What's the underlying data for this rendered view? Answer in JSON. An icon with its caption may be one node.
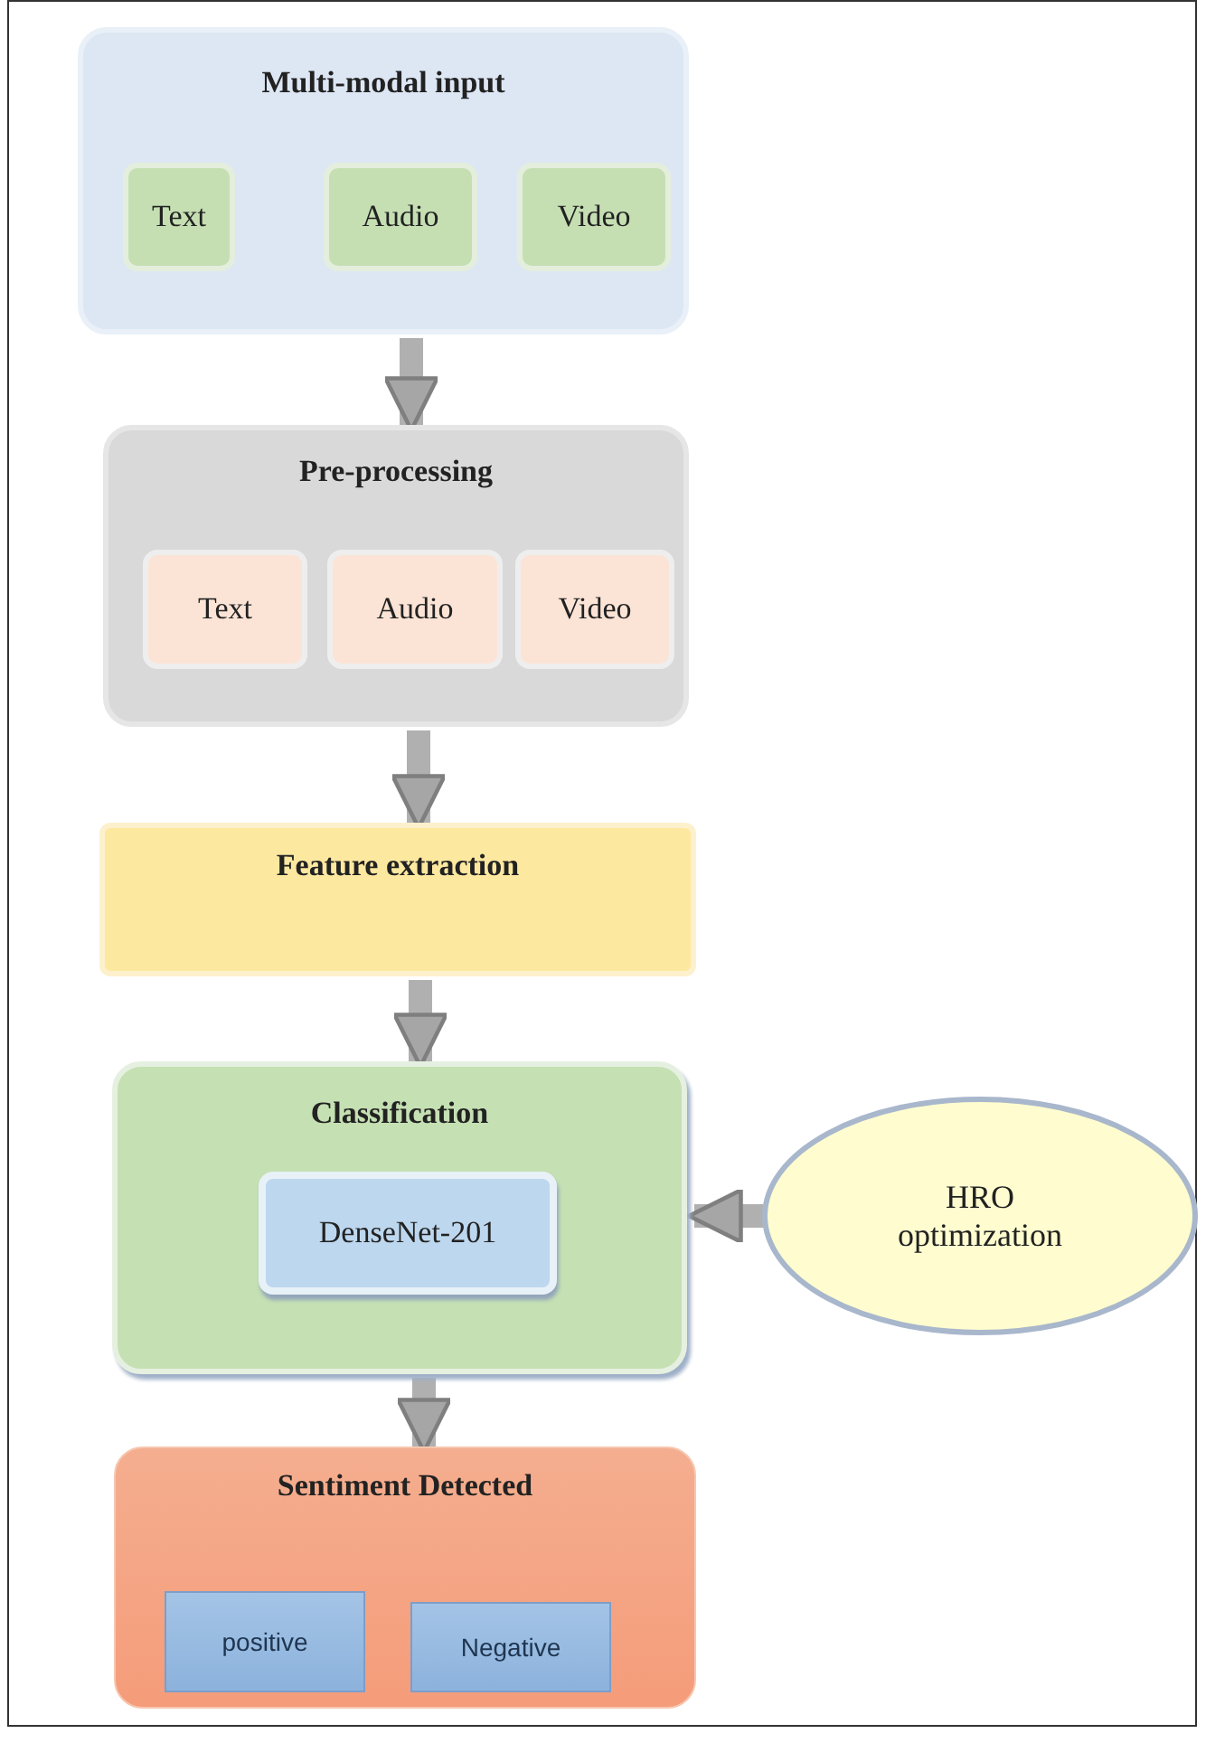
{
  "diagram": {
    "nodes": [
      {
        "text": [
          "Multi-modal input"
        ]
      },
      {
        "text": [
          "Text"
        ],
        "in": 0
      },
      {
        "text": [
          "Audio"
        ],
        "in": 0
      },
      {
        "text": [
          "Video"
        ],
        "in": 0
      },
      {
        "text": [
          "Pre-processing"
        ]
      },
      {
        "text": [
          "Text"
        ],
        "in": 4
      },
      {
        "text": [
          "Audio"
        ],
        "in": 4
      },
      {
        "text": [
          "Video"
        ],
        "in": 4
      },
      {
        "text": [
          "Feature extraction"
        ]
      },
      {
        "text": [
          "Classification"
        ]
      },
      {
        "text": [
          "DenseNet-201"
        ],
        "in": 9
      },
      {
        "text": [
          "HRO optimization"
        ]
      },
      {
        "text": [
          "Sentiment Detected"
        ]
      },
      {
        "text": [
          "positive"
        ],
        "in": 12
      },
      {
        "text": [
          "Negative"
        ],
        "in": 12
      }
    ],
    "edges": [
      {
        "from": 0,
        "to": 4,
        "arrow": "to"
      },
      {
        "from": 4,
        "to": 8,
        "arrow": "to"
      },
      {
        "from": 8,
        "to": 9,
        "arrow": "to"
      },
      {
        "from": 11,
        "to": 9,
        "arrow": "to"
      },
      {
        "from": 9,
        "to": 12,
        "arrow": "to"
      }
    ]
  }
}
